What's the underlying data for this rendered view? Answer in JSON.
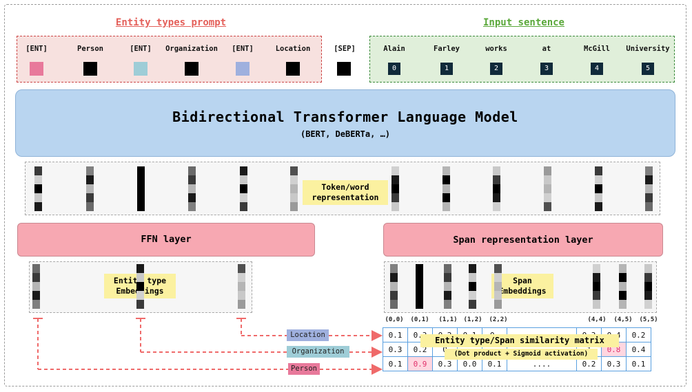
{
  "headers": {
    "prompt": "Entity types prompt",
    "input": "Input sentence"
  },
  "prompt_tokens": [
    {
      "label": "[ENT]",
      "color": "#e8799b"
    },
    {
      "label": "Person",
      "color": "#000000"
    },
    {
      "label": "[ENT]",
      "color": "#9ecdd7"
    },
    {
      "label": "Organization",
      "color": "#000000"
    },
    {
      "label": "[ENT]",
      "color": "#9fb0de"
    },
    {
      "label": "Location",
      "color": "#000000"
    }
  ],
  "sep": {
    "label": "[SEP]",
    "color": "#000000"
  },
  "input_tokens": [
    {
      "word": "Alain",
      "index": "0"
    },
    {
      "word": "Farley",
      "index": "1"
    },
    {
      "word": "works",
      "index": "2"
    },
    {
      "word": "at",
      "index": "3"
    },
    {
      "word": "McGill",
      "index": "4"
    },
    {
      "word": "University",
      "index": "5"
    }
  ],
  "model": {
    "title": "Bidirectional Transformer Language Model",
    "subtitle": "(BERT, DeBERTa, …)"
  },
  "token_repr_label": "Token/word representation",
  "ffn_label": "FFN layer",
  "span_layer_label": "Span representation layer",
  "entity_emb_label": "Entity type Embeddings",
  "span_emb_label": "Span Embeddings",
  "span_labels": [
    "(0,0)",
    "(0,1)",
    "(1,1)",
    "(1,2)",
    "(2,2)",
    "(4,4)",
    "(4,5)",
    "(5,5)"
  ],
  "entity_tags": [
    {
      "label": "Location",
      "color": "#9fb0de"
    },
    {
      "label": "Organization",
      "color": "#9ecdd7"
    },
    {
      "label": "Person",
      "color": "#e8799b"
    }
  ],
  "matrix": {
    "title": "Entity type/Span similarity matrix",
    "subtitle": "(Dot product + Sigmoid activation)",
    "rows": [
      [
        "0.1",
        "0.3",
        "0.2",
        "0.1",
        "0.",
        "",
        "0.3",
        "0.4",
        "0.2"
      ],
      [
        "0.3",
        "0.2",
        "0",
        "",
        "",
        "",
        "1",
        "0.8",
        "0.4"
      ],
      [
        "0.1",
        "0.9",
        "0.3",
        "0.0",
        "0.1",
        "....",
        "0.2",
        "0.3",
        "0.1"
      ]
    ],
    "highlight_color": "#ffd6e0",
    "highlight_text": "#e0306a"
  },
  "colors": {
    "prompt_header": "#e4605a",
    "input_header": "#5aa83a",
    "arrow": "#ef6a6a"
  }
}
